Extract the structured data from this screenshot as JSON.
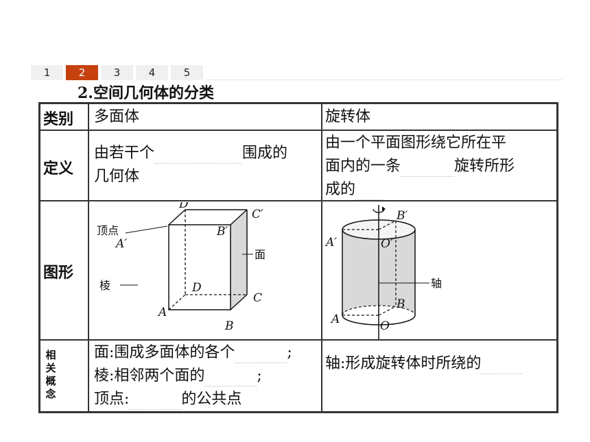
{
  "tabs": [
    "1",
    "2",
    "3",
    "4",
    "5"
  ],
  "active_tab": "2",
  "heading": "2.空间几何体的分类",
  "table": {
    "col_header_label": "类别",
    "col_polyhedron": "多面体",
    "col_rotation": "旋转体",
    "row_definition": "定义",
    "def_poly_1": "由若干个",
    "def_poly_2": "围成的",
    "def_poly_3": "几何体",
    "def_rot_1": "由一个平面图形绕它所在平",
    "def_rot_2": "面内的一条",
    "def_rot_3": "旋转所形",
    "def_rot_4": "成的",
    "row_figure": "图形",
    "row_concept": "相关概念",
    "concept_poly_1": "面:围成多面体的各个",
    "concept_poly_2": "棱:相邻两个面的",
    "concept_poly_3a": "顶点:",
    "concept_poly_3b": "的公共点",
    "concept_rot_1": "轴:形成旋转体时所绕的"
  },
  "prism_labels": {
    "d1": "D′",
    "c1": "C′",
    "b1": "B′",
    "a1": "A′",
    "d": "D",
    "c": "C",
    "a": "A",
    "b": "B",
    "vertex": "顶点",
    "face": "面",
    "edge": "棱"
  },
  "cylinder_labels": {
    "b1": "B′",
    "a1": "A′",
    "o1": "O′",
    "b": "B",
    "a": "A",
    "o": "O",
    "axis": "轴"
  }
}
